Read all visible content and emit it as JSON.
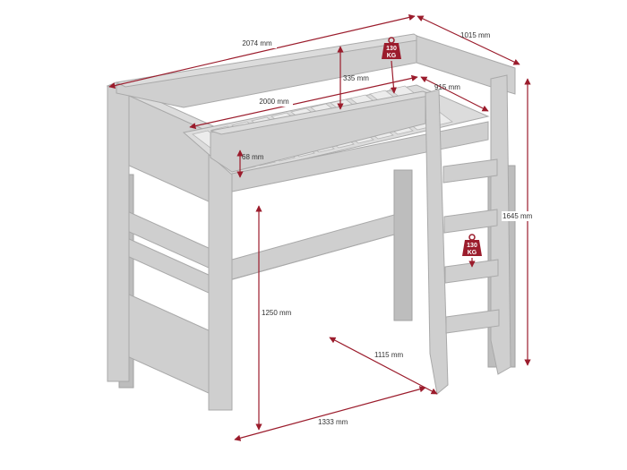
{
  "colors": {
    "dimension": "#9b1c2c",
    "bed": "#cfcfcf",
    "weight_badge": "#9b1c2c"
  },
  "dimensions": {
    "length_total": "2074 mm",
    "width_total": "1015 mm",
    "guardrail_height": "335 mm",
    "inner_length": "2000 mm",
    "inner_width": "915 mm",
    "slat_depth": "68 mm",
    "total_height": "1645 mm",
    "under_bed_height": "1250 mm",
    "under_bed_depth": "1115 mm",
    "under_bed_length": "1333 mm"
  },
  "weights": {
    "bed": {
      "value": "130",
      "unit": "KG",
      "icon": "weight-icon"
    },
    "ladder": {
      "value": "130",
      "unit": "KG",
      "icon": "weight-icon"
    }
  }
}
